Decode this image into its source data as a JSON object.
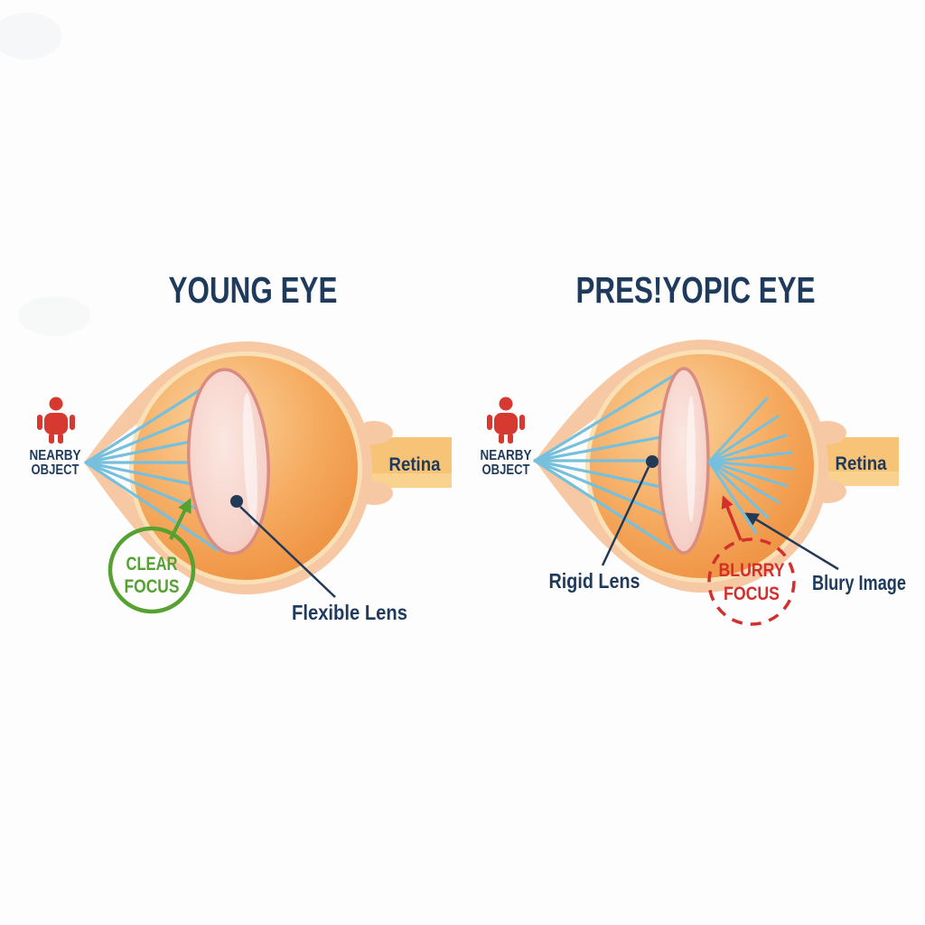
{
  "diagram": {
    "type": "eye-anatomy-comparison",
    "palette": {
      "navy": "#1e3a5c",
      "red": "#d5392f",
      "green": "#55a232",
      "ray_blue": "#76c0dd",
      "sclera_peach": "#f6c9a4",
      "globe_orange": "#f09242",
      "retina_band_amber": "#f7c377",
      "lens_pink": "#f6d3cb",
      "lens_border": "#d98c7f"
    },
    "left_panel": {
      "title": "YOUNG EYE",
      "object_icon": "person-icon",
      "object_label_line1": "NEARBY",
      "object_label_line2": "OBJECT",
      "retina_label": "Retina",
      "focus_badge_line1": "CLEAR",
      "focus_badge_line2": "FOCUS",
      "lens_label": "Flexible Lens"
    },
    "right_panel": {
      "title": "PRES!YOPIC EYE",
      "object_icon": "person-icon",
      "object_label_line1": "NEARBY",
      "object_label_line2": "OBJECT",
      "retina_label": "Retina",
      "focus_badge_line1": "BLURRY",
      "focus_badge_line2": "FOCUS",
      "lens_label": "Rigid Lens",
      "image_label": "Blury Image"
    }
  }
}
